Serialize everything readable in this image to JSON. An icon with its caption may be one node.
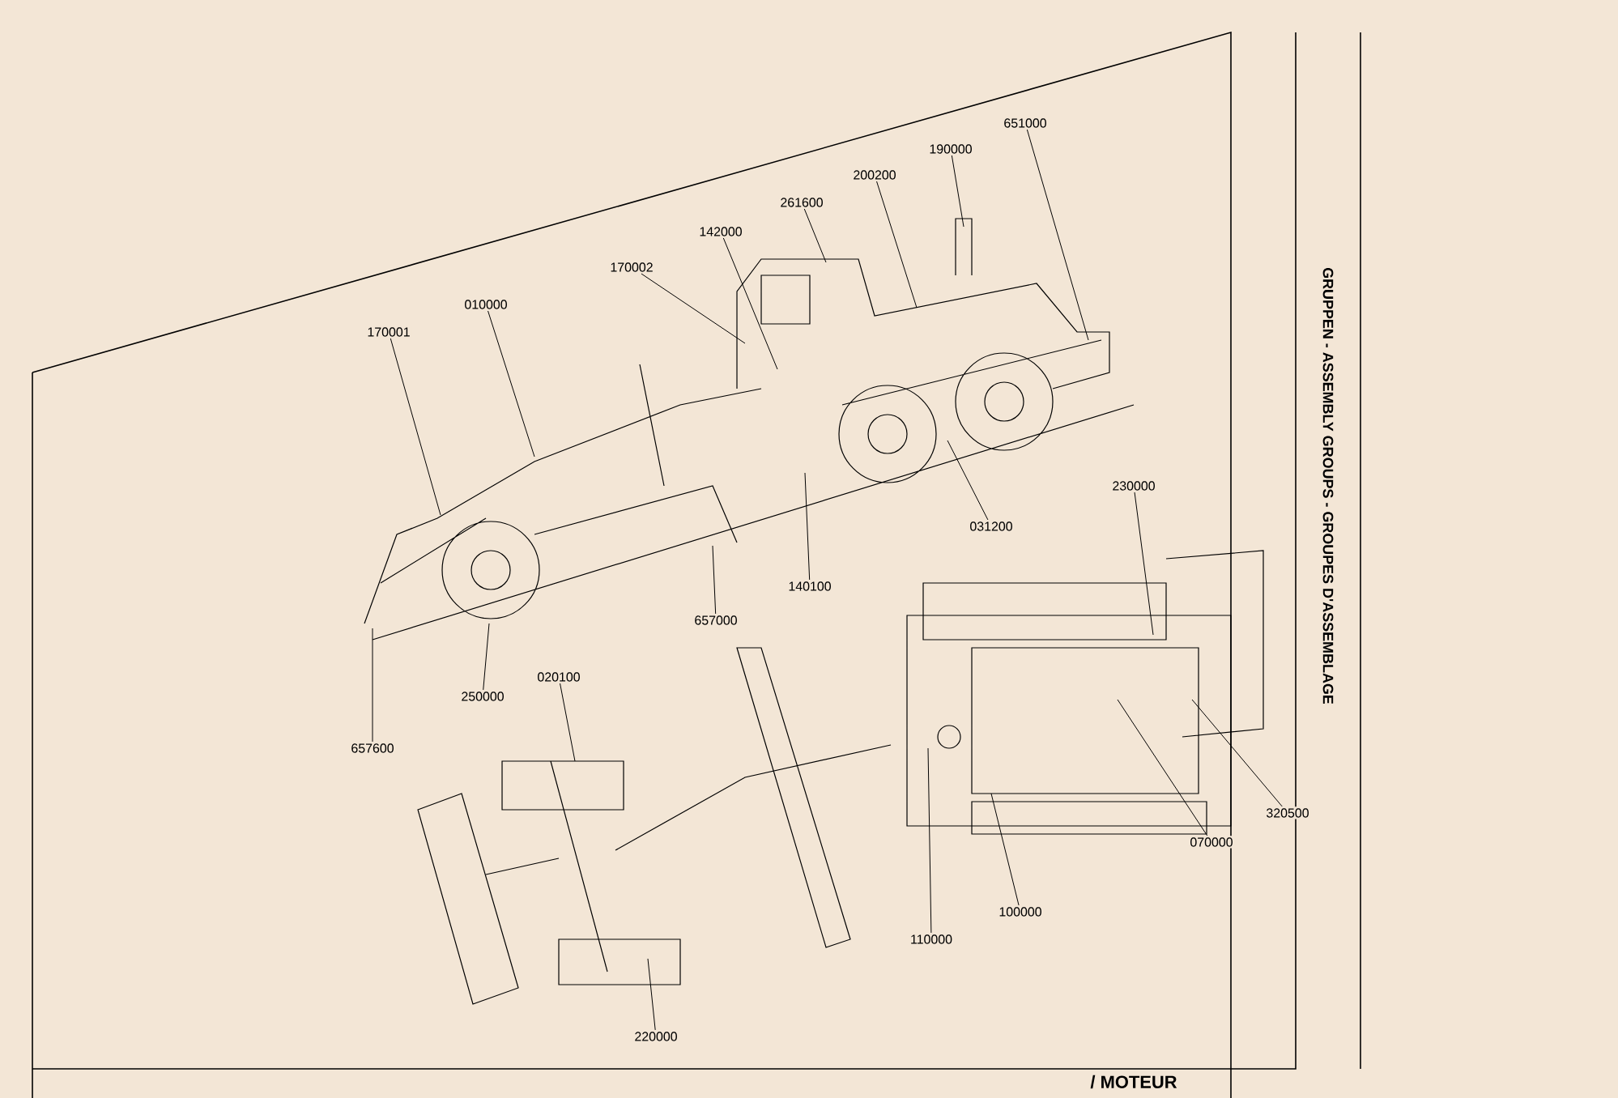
{
  "diagram": {
    "title": "GRUPPEN - ASSEMBLY GROUPS - GROUPES D'ASSEMBLAGE",
    "nodes": [
      {
        "text": [
          "170001"
        ]
      },
      {
        "text": [
          "010000"
        ]
      },
      {
        "text": [
          "170002"
        ]
      },
      {
        "text": [
          "142000"
        ]
      },
      {
        "text": [
          "261600"
        ]
      },
      {
        "text": [
          "200200"
        ]
      },
      {
        "text": [
          "190000"
        ]
      },
      {
        "text": [
          "651000"
        ]
      },
      {
        "text": [
          "031200"
        ]
      },
      {
        "text": [
          "140100"
        ]
      },
      {
        "text": [
          "657000"
        ]
      },
      {
        "text": [
          "250000"
        ]
      },
      {
        "text": [
          "657600"
        ]
      },
      {
        "text": [
          "020100"
        ]
      },
      {
        "text": [
          "230000"
        ]
      },
      {
        "text": [
          "320500"
        ]
      },
      {
        "text": [
          "070000"
        ]
      },
      {
        "text": [
          "100000"
        ]
      },
      {
        "text": [
          "110000"
        ]
      },
      {
        "text": [
          "220000"
        ]
      }
    ],
    "edges": [
      {
        "from": 0,
        "to": null,
        "arrow": "none"
      },
      {
        "from": 1,
        "to": null,
        "arrow": "none"
      },
      {
        "from": 2,
        "to": null,
        "arrow": "none"
      },
      {
        "from": 3,
        "to": null,
        "arrow": "none"
      },
      {
        "from": 4,
        "to": null,
        "arrow": "none"
      },
      {
        "from": 5,
        "to": null,
        "arrow": "none"
      },
      {
        "from": 6,
        "to": null,
        "arrow": "none"
      },
      {
        "from": 7,
        "to": null,
        "arrow": "none"
      },
      {
        "from": 8,
        "to": null,
        "arrow": "none"
      },
      {
        "from": 9,
        "to": null,
        "arrow": "none"
      },
      {
        "from": 10,
        "to": null,
        "arrow": "none"
      },
      {
        "from": 11,
        "to": null,
        "arrow": "none"
      },
      {
        "from": 12,
        "to": null,
        "arrow": "none"
      },
      {
        "from": 13,
        "to": null,
        "arrow": "none"
      },
      {
        "from": 14,
        "to": null,
        "arrow": "none"
      },
      {
        "from": 15,
        "to": null,
        "arrow": "none"
      },
      {
        "from": 16,
        "to": null,
        "arrow": "none"
      },
      {
        "from": 17,
        "to": null,
        "arrow": "none"
      },
      {
        "from": 18,
        "to": null,
        "arrow": "none"
      },
      {
        "from": 19,
        "to": null,
        "arrow": "none"
      }
    ],
    "labels": [
      "/ MOTEUR"
    ]
  }
}
